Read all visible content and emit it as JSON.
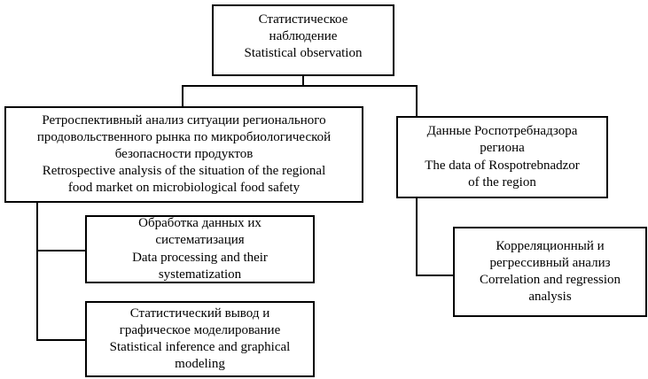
{
  "diagram": {
    "colors": {
      "border": "#000000",
      "background": "#ffffff",
      "text": "#000000"
    },
    "boxes": {
      "statistical_observation": {
        "text": "Статистическое\nнаблюдение\nStatistical observation"
      },
      "retrospective_analysis": {
        "text": "Ретроспективный анализ ситуации регионального\nпродовольственного рынка по микробиологической\nбезопасности продуктов\nRetrospective analysis of the situation of the regional\nfood market on microbiological food safety"
      },
      "rospotrebnadzor_data": {
        "text": "Данные Роспотребнадзора\nрегиона\nThe data of Rospotrebnadzor\nof the region"
      },
      "data_processing": {
        "text": "Обработка данных  их\nсистематизация\nData processing and their\nsystematization"
      },
      "correlation_regression": {
        "text": "Корреляционный и\nрегрессивный анализ\nCorrelation and regression\nanalysis"
      },
      "statistical_inference": {
        "text": "Статистический вывод и\nграфическое моделирование\nStatistical inference and graphical\nmodeling"
      }
    }
  }
}
